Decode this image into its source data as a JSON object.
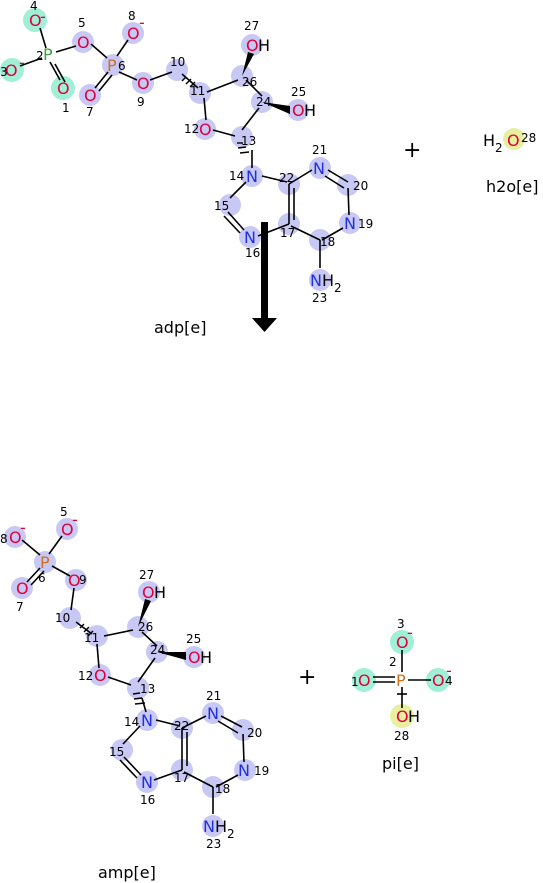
{
  "reaction": {
    "plus_sign": "+",
    "arrow": "reaction-arrow-down",
    "reactants": [
      {
        "name": "adp[e]"
      },
      {
        "name": "h2o[e]"
      }
    ],
    "products": [
      {
        "name": "amp[e]"
      },
      {
        "name": "pi[e]"
      }
    ]
  },
  "atom_colors": {
    "O": "#e0003c",
    "N": "#2030e0",
    "P": "#d07020",
    "P_highlight": "#40a040",
    "highlight_blue": "#c8c8f4",
    "highlight_teal": "#a0f0d8",
    "highlight_yellow": "#e8f0a0"
  },
  "text": {
    "O": "O",
    "N": "N",
    "P": "P",
    "H": "H",
    "OH": "OH",
    "NH": "NH",
    "sub2": "2",
    "minus": "-",
    "h2o_H2": "H2",
    "h2o_O": "O"
  }
}
